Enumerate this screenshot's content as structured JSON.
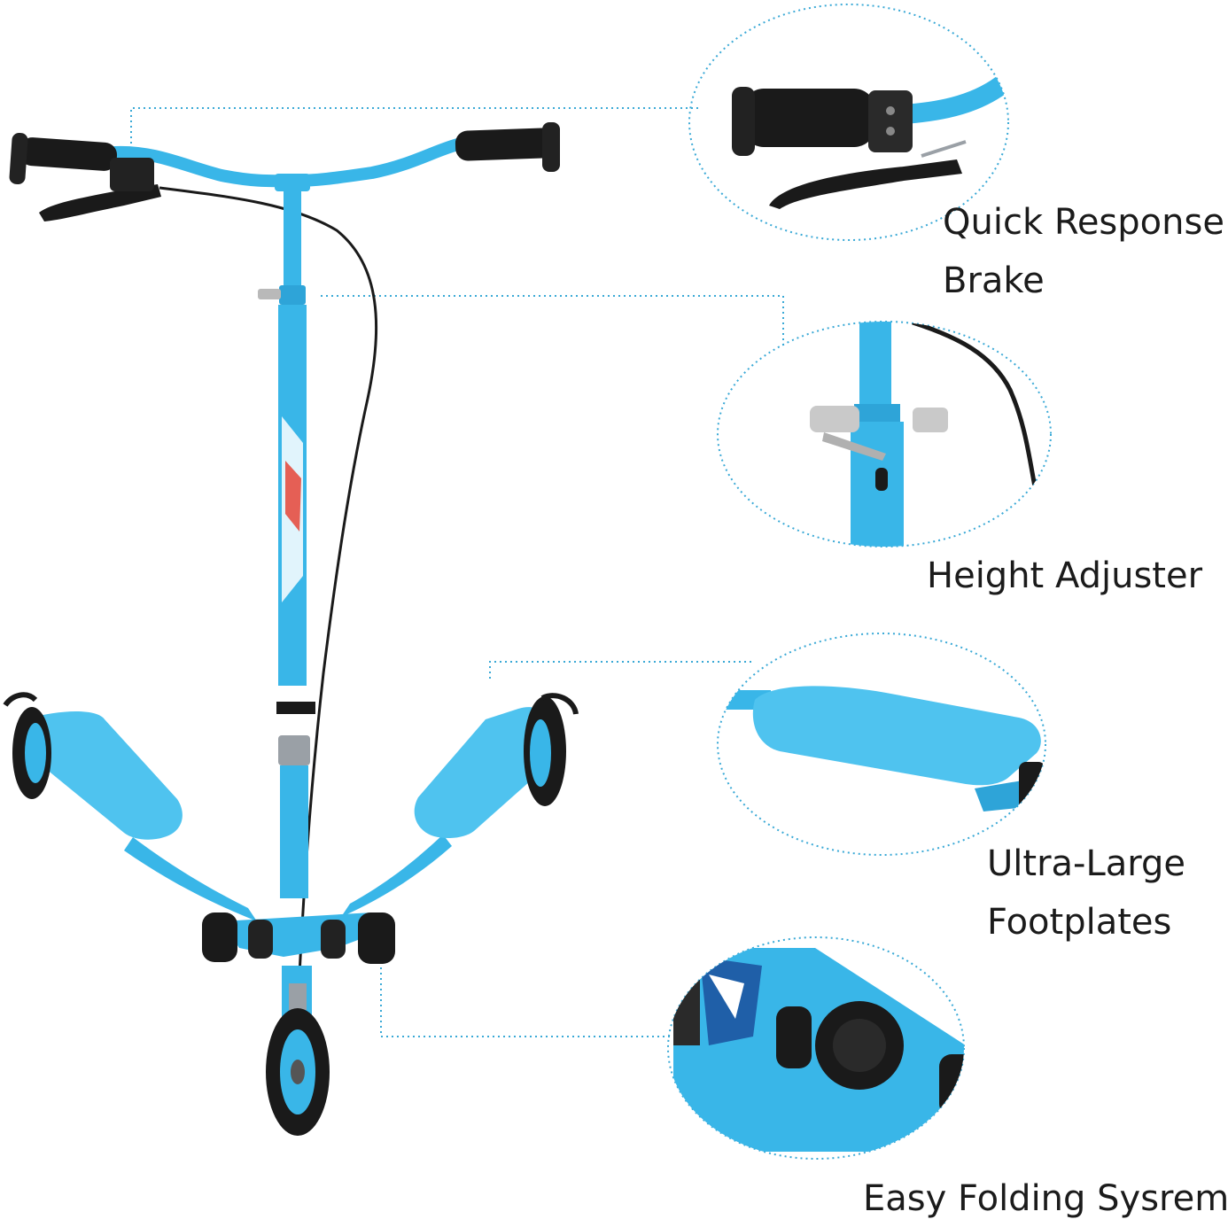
{
  "features": {
    "brake": {
      "line1": "Quick Response",
      "line2": "Brake"
    },
    "height": {
      "line1": "Height Adjuster"
    },
    "footplates": {
      "line1": "Ultra-Large",
      "line2": "Footplates"
    },
    "folding": {
      "line1": "Easy Folding Sysrem"
    }
  },
  "colors": {
    "scooter_blue": "#39b6e8",
    "deck_blue": "#4fc3ef",
    "grip_black": "#1a1a1a",
    "dotted_line": "#3aa9d6",
    "text": "#1b1b1b"
  }
}
